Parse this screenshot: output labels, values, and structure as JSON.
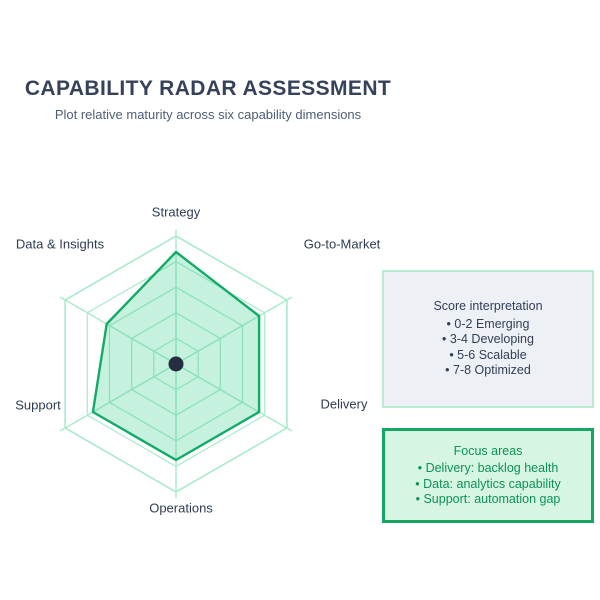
{
  "header": {
    "title": "CAPABILITY RADAR ASSESSMENT",
    "subtitle": "Plot relative maturity across six capability dimensions"
  },
  "chart_data": {
    "type": "radar",
    "axes": [
      "Strategy",
      "Go-to-Market",
      "Delivery",
      "Operations",
      "Support",
      "Data & Insights"
    ],
    "values": [
      7,
      6,
      6,
      6,
      6,
      5
    ],
    "max": 8,
    "grid_levels": 5,
    "legend_position": "none",
    "colors": {
      "grid": "#a9ebcb",
      "polygon_stroke": "#12ab67",
      "polygon_fill": "#2ecc8a",
      "center_dot": "#242e41"
    }
  },
  "panels": {
    "score": {
      "title": "Score interpretation",
      "items": [
        "0-2 Emerging",
        "3-4 Developing",
        "5-6 Scalable",
        "7-8 Optimized"
      ],
      "background": "#edf0f4",
      "border_color": "#b9edd2",
      "text_color": "#323f57"
    },
    "focus": {
      "title": "Focus areas",
      "items": [
        "Delivery: backlog health",
        "Data: analytics capability",
        "Support: automation gap"
      ],
      "background": "#d6f5e2",
      "border_color": "#16a562",
      "text_color": "#0d9355"
    }
  }
}
